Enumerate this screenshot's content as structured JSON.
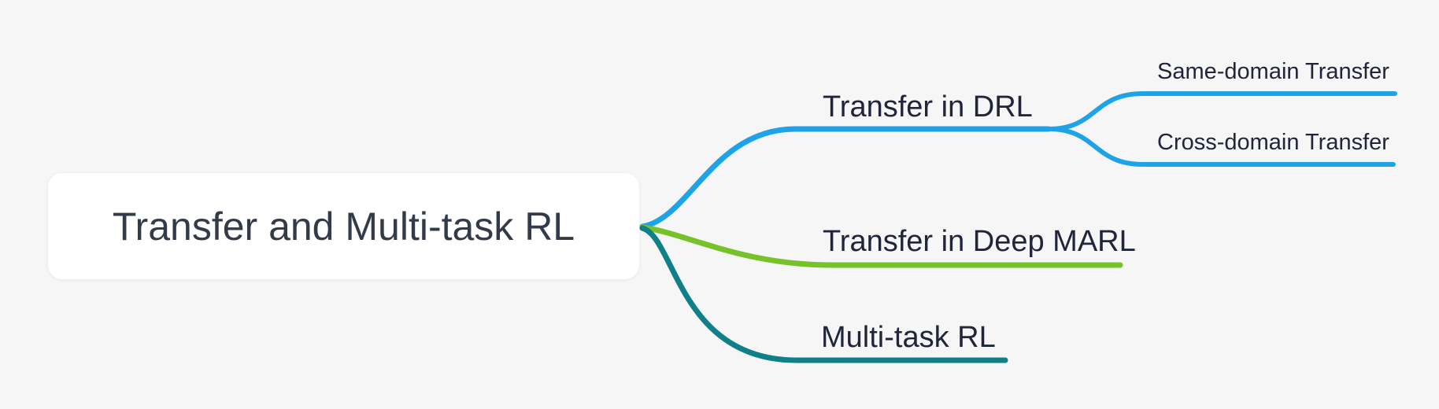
{
  "canvas": {
    "background_color": "#f6f6f7"
  },
  "mindmap": {
    "root": {
      "label": "Transfer and Multi-task RL",
      "bg_color": "#ffffff",
      "text_color": "#343b48"
    },
    "label_text_color": "#20253a",
    "branches": [
      {
        "label": "Transfer in DRL",
        "color": "#1ea3e9",
        "children": [
          {
            "label": "Same-domain Transfer"
          },
          {
            "label": "Cross-domain Transfer"
          }
        ]
      },
      {
        "label": "Transfer in Deep MARL",
        "color": "#76c229",
        "children": []
      },
      {
        "label": "Multi-task RL",
        "color": "#0f7f88",
        "children": []
      }
    ]
  }
}
